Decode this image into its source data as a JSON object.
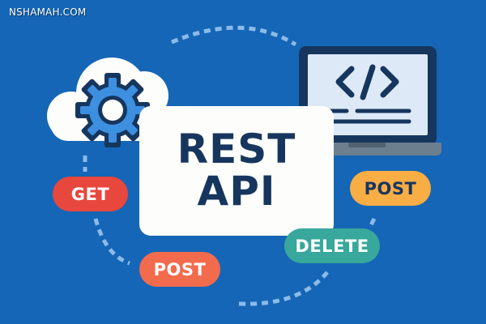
{
  "watermark": {
    "text": "NSHAMAH.COM"
  },
  "title": {
    "line1": "REST",
    "line2": "API"
  },
  "methods": {
    "get": "GET",
    "post_left": "POST",
    "post_right": "POST",
    "delete": "DELETE"
  },
  "icons": {
    "cloud": "cloud-icon",
    "gear": "gear-icon",
    "laptop": "laptop-icon",
    "code": "code-brackets-icon"
  },
  "colors": {
    "background": "#1566b6",
    "card": "#fdfdfc",
    "title_text": "#16365e",
    "get": "#e8473e",
    "post_left": "#f26b4d",
    "post_right": "#f8ad45",
    "delete": "#37a89b",
    "dash": "#8cbbe8",
    "gear_fill": "#3d8fe0",
    "gear_stroke": "#16365e",
    "laptop_screen": "#dde9f7",
    "laptop_base": "#6c7f8f"
  }
}
